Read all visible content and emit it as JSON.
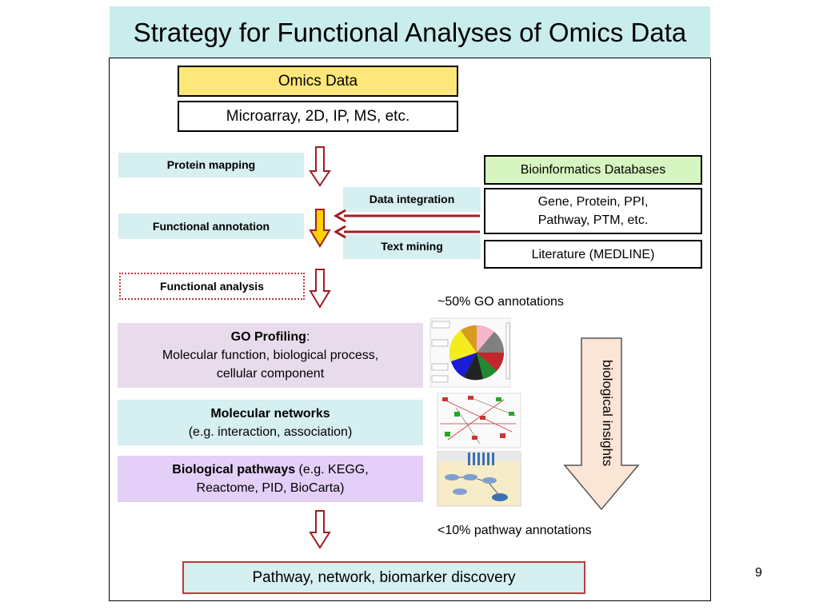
{
  "title": "Strategy for Functional Analyses of Omics Data",
  "omics": {
    "header": "Omics Data",
    "sources": "Microarray, 2D, IP, MS, etc."
  },
  "steps": {
    "protein_mapping": "Protein mapping",
    "functional_annotation": "Functional annotation",
    "functional_analysis": "Functional analysis"
  },
  "integration": {
    "data_integration": "Data integration",
    "text_mining": "Text mining"
  },
  "databases": {
    "header": "Bioinformatics Databases",
    "gene_protein": "Gene, Protein, PPI,",
    "pathway_ptm": "Pathway, PTM, etc.",
    "literature": "Literature (MEDLINE)"
  },
  "analyses": {
    "go_title": "GO Profiling",
    "go_colon": ":",
    "go_line1": "Molecular function, biological process,",
    "go_line2": "cellular component",
    "net_title": "Molecular networks",
    "net_sub": "(e.g. interaction, association)",
    "path_title": "Biological pathways",
    "path_sub1": " (e.g. KEGG,",
    "path_sub2": "Reactome, PID, BioCarta)"
  },
  "notes": {
    "go_coverage": "~50% GO annotations",
    "pathway_coverage": "<10% pathway annotations"
  },
  "insights_label": "biological insights",
  "discovery": "Pathway, network, biomarker discovery",
  "page_number": "9",
  "colors": {
    "title_band": "#c9ecec",
    "step_fill": "#d6eff0",
    "omics_fill": "#fde77a",
    "db_fill": "#d7f5c0",
    "go_fill": "#e8dcec",
    "pathway_fill": "#e4cff8",
    "arrow_red": "#a01d22",
    "highlight_arrow": "#ffd200",
    "insight_arrow": "#fbe5d6"
  }
}
